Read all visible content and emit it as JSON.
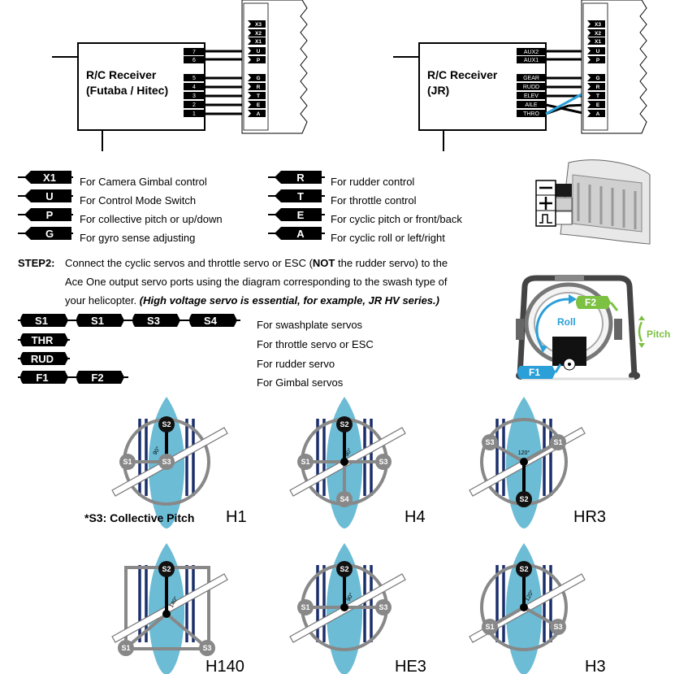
{
  "receiver_futaba": {
    "title_line1": "R/C Receiver",
    "title_line2": "(Futaba / Hitec)",
    "channels": [
      "7",
      "6",
      "5",
      "4",
      "3",
      "2",
      "1"
    ]
  },
  "receiver_jr": {
    "title_line1": "R/C Receiver",
    "title_line2": "(JR)",
    "channels": [
      "AUX2",
      "AUX1",
      "GEAR",
      "RUDD",
      "ELEV",
      "AILE",
      "THRO"
    ]
  },
  "ace_ports": [
    "X3",
    "X2",
    "X1",
    "U",
    "P",
    "G",
    "R",
    "T",
    "E",
    "A"
  ],
  "legend_left": [
    {
      "tag": "X1",
      "text": "For Camera Gimbal control"
    },
    {
      "tag": "U",
      "text": "For Control Mode Switch"
    },
    {
      "tag": "P",
      "text": "For collective pitch or up/down"
    },
    {
      "tag": "G",
      "text": "For gyro sense adjusting"
    }
  ],
  "legend_right": [
    {
      "tag": "R",
      "text": "For rudder control"
    },
    {
      "tag": "T",
      "text": "For throttle control"
    },
    {
      "tag": "E",
      "text": "For cyclic pitch or front/back"
    },
    {
      "tag": "A",
      "text": "For cyclic roll or left/right"
    }
  ],
  "step2": {
    "label": "STEP2:",
    "line1_a": "Connect the cyclic servos and throttle servo or ESC (",
    "line1_not": "NOT",
    "line1_b": " the rudder servo) to the",
    "line2": "Ace One output servo ports using the diagram corresponding to the swash type of",
    "line3_a": "your helicopter. ",
    "line3_em": "(High voltage servo is essential, for example, JR HV series.)"
  },
  "servo_tags": {
    "row1": [
      "S1",
      "S1",
      "S3",
      "S4"
    ],
    "row2": [
      "THR"
    ],
    "row3": [
      "RUD"
    ],
    "row4": [
      "F1",
      "F2"
    ]
  },
  "servo_desc": [
    "For swashplate servos",
    "For throttle servo or ESC",
    "For rudder servo",
    "For Gimbal servos"
  ],
  "gimbal": {
    "f1": "F1",
    "f2": "F2",
    "roll": "Roll",
    "pitch": "Pitch"
  },
  "swash_note": "*S3: Collective Pitch",
  "swash_types": [
    {
      "name": "H1",
      "angle": "90°",
      "servos": [
        "S2",
        "S1",
        "S3"
      ]
    },
    {
      "name": "H4",
      "angle": "90°",
      "servos": [
        "S2",
        "S1",
        "S3",
        "S4"
      ]
    },
    {
      "name": "HR3",
      "angle": "120°",
      "servos": [
        "S3",
        "S1",
        "S2"
      ]
    },
    {
      "name": "H140",
      "angle": "140°",
      "servos": [
        "S2",
        "S1",
        "S3"
      ]
    },
    {
      "name": "HE3",
      "angle": "90°",
      "servos": [
        "S2",
        "S1",
        "S3"
      ]
    },
    {
      "name": "H3",
      "angle": "120°",
      "servos": [
        "S2",
        "S1",
        "S3"
      ]
    }
  ],
  "colors": {
    "blade": "#6cbcd5",
    "swash": "#888888",
    "frame": "#1b2f6b",
    "gimbal_blue": "#2a9fd8",
    "gimbal_green": "#7cc142"
  }
}
